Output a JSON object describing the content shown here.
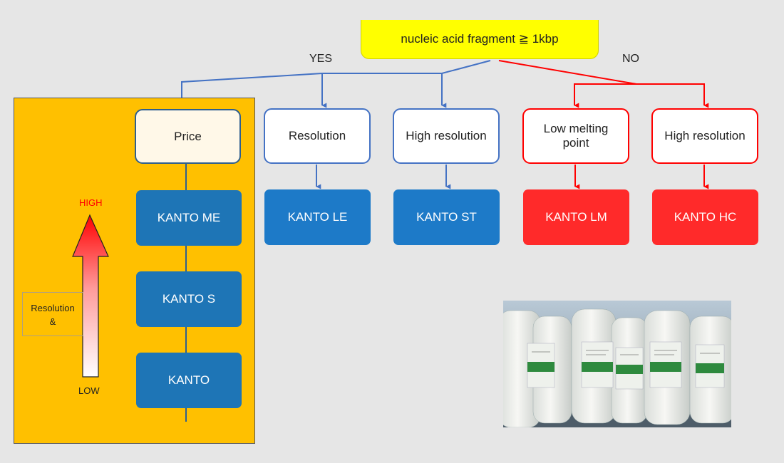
{
  "root": {
    "label": "nucleic acid fragment ≧ 1kbp"
  },
  "branches": {
    "yes": "YES",
    "no": "NO"
  },
  "panel": {
    "criteria": "Price",
    "products": [
      "KANTO ME",
      "KANTO S",
      "KANTO"
    ],
    "scale": {
      "high": "HIGH",
      "low": "LOW",
      "caption_line1": "Resolution",
      "caption_line2": "&"
    }
  },
  "yes_nodes": [
    {
      "criteria": "Resolution",
      "product": "KANTO LE"
    },
    {
      "criteria": "High resolution",
      "product": "KANTO ST"
    }
  ],
  "no_nodes": [
    {
      "criteria_line1": "Low melting",
      "criteria_line2": "point",
      "product": "KANTO LM"
    },
    {
      "criteria": "High resolution",
      "product": "KANTO HC"
    }
  ],
  "colors": {
    "background": "#e6e6e6",
    "root": "#ffff00",
    "panel": "#ffc000",
    "yes_connector": "#4472c4",
    "no_connector": "#ff0000",
    "product_blue": "#1d7ac8",
    "product_red": "#ff2a2a"
  }
}
